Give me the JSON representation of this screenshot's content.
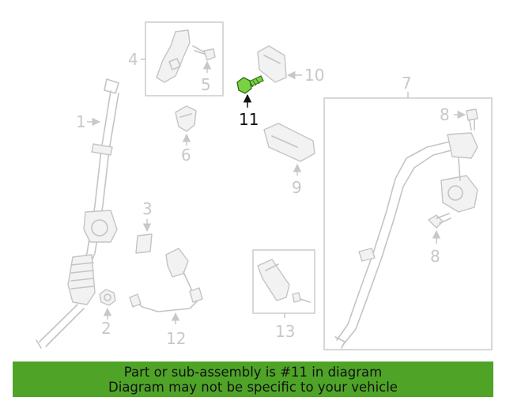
{
  "diagram": {
    "callouts": [
      "1",
      "2",
      "3",
      "4",
      "5",
      "6",
      "7",
      "8",
      "8",
      "9",
      "10",
      "11",
      "12",
      "13"
    ],
    "highlight_part": "11",
    "highlight_color": "#7bd146",
    "callout_color": "#c8c8c8",
    "active_callout_color": "#111111"
  },
  "banner": {
    "line1": "Part or sub-assembly is #11 in diagram",
    "line2": "Diagram may not be specific to your vehicle",
    "background": "#4fa428"
  }
}
